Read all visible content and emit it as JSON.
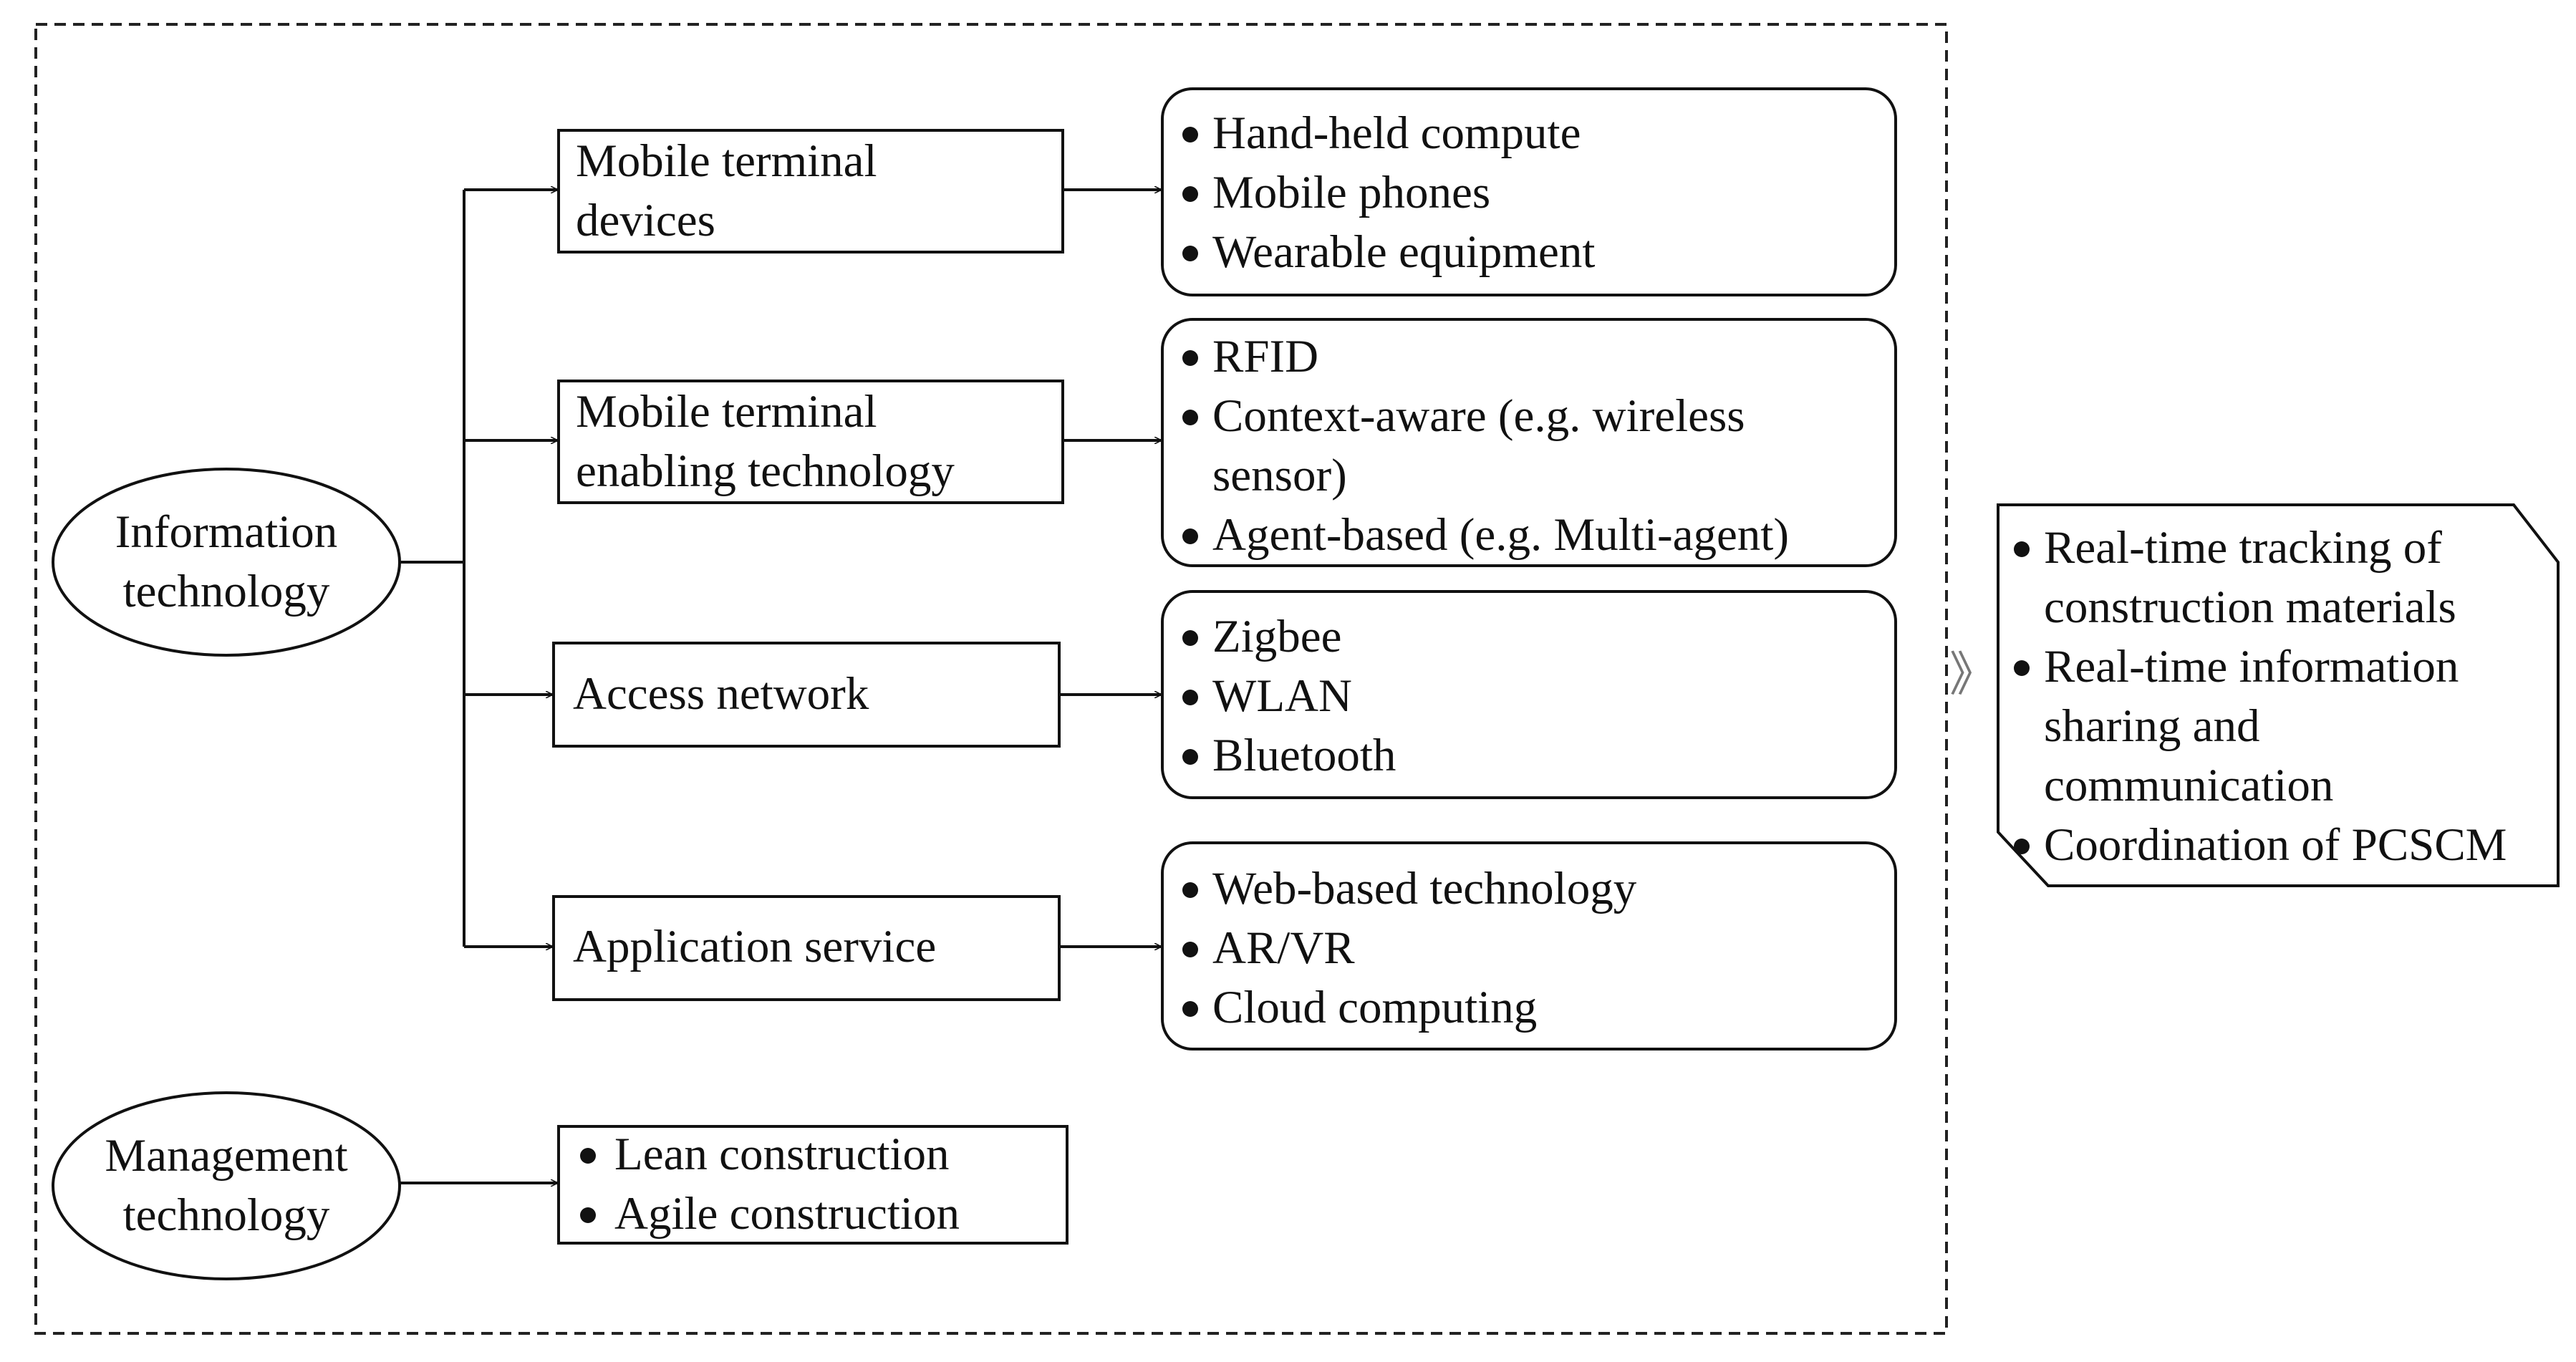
{
  "nodes": {
    "information_technology": "Information\ntechnology",
    "management_technology": "Management\ntechnology",
    "mobile_terminal_devices": "Mobile terminal\ndevices",
    "mobile_terminal_enabling": "Mobile terminal\nenabling technology",
    "access_network": "Access network",
    "application_service": "Application service"
  },
  "lists": {
    "devices": [
      "Hand-held compute",
      "Mobile phones",
      "Wearable equipment"
    ],
    "enabling": [
      "RFID",
      "Context-aware (e.g. wireless\nsensor)",
      "Agent-based (e.g. Multi-agent)"
    ],
    "network": [
      "Zigbee",
      "WLAN",
      "Bluetooth"
    ],
    "service": [
      "Web-based technology",
      "AR/VR",
      "Cloud computing"
    ],
    "management": [
      "Lean construction",
      "Agile construction"
    ],
    "outcomes": [
      "Real-time tracking of\nconstruction materials",
      "Real-time information\nsharing and\ncommunication",
      "Coordination of PCSCM"
    ]
  },
  "connector_symbol": "》"
}
